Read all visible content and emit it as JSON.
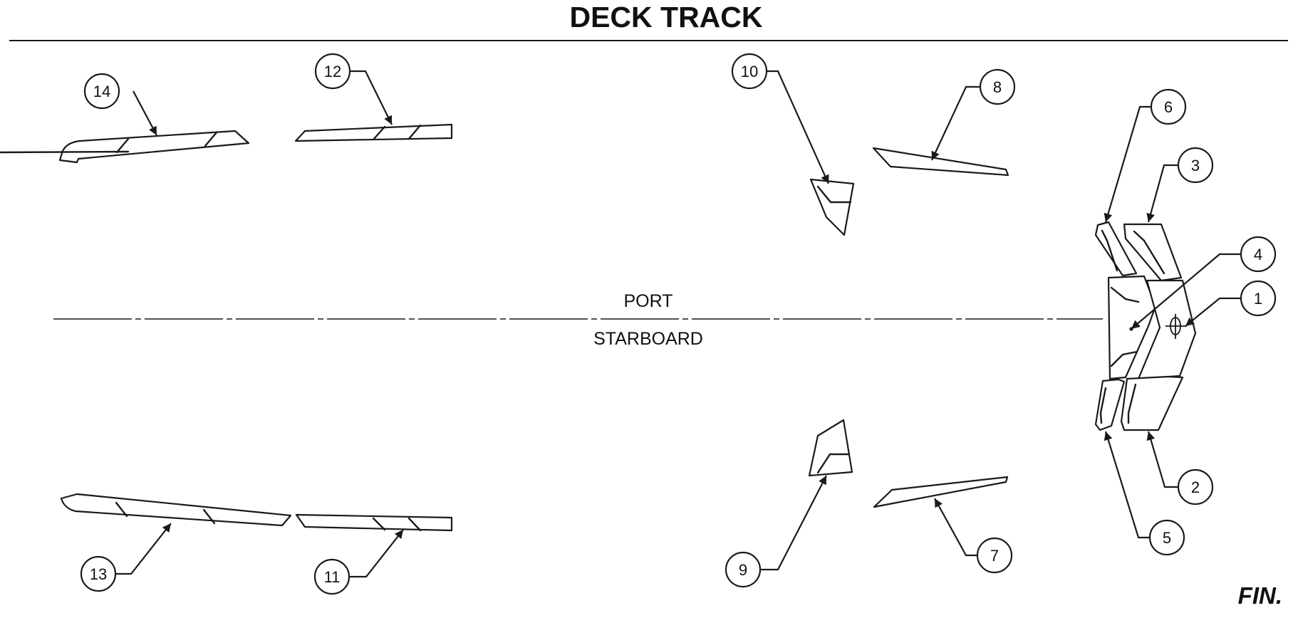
{
  "title": "DECK TRACK",
  "labels": {
    "port": "PORT",
    "starboard": "STARBOARD",
    "fin": "FIN."
  },
  "callouts": [
    "1",
    "2",
    "3",
    "4",
    "5",
    "6",
    "7",
    "8",
    "9",
    "10",
    "11",
    "12",
    "13",
    "14"
  ],
  "colors": {
    "line": "#1a1a1a",
    "background": "#ffffff"
  }
}
